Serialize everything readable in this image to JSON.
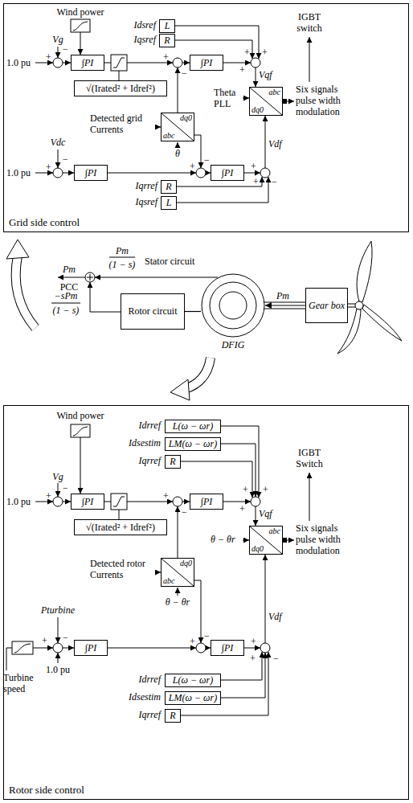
{
  "diagram": {
    "nodes": [
      {
        "text": [
          "Grid side control"
        ]
      },
      {
        "text": [
          "∫PI"
        ],
        "in": 0
      },
      {
        "text": [
          "√(Irated² + Idref²)"
        ],
        "in": 0
      },
      {
        "text": [
          "L"
        ],
        "in": 0
      },
      {
        "text": [
          "R"
        ],
        "in": 0
      },
      {
        "text": [
          "∫PI"
        ],
        "in": 0
      },
      {
        "text": [
          "abc",
          "dq0"
        ],
        "in": 0
      },
      {
        "text": [
          "dq0",
          "abc"
        ],
        "in": 0
      },
      {
        "text": [
          "∫PI"
        ],
        "in": 0
      },
      {
        "text": [
          "∫PI"
        ],
        "in": 0
      },
      {
        "text": [
          "R"
        ],
        "in": 0
      },
      {
        "text": [
          "L"
        ],
        "in": 0
      },
      {
        "text": [
          "Rotor circuit"
        ]
      },
      {
        "text": [
          "DFIG"
        ]
      },
      {
        "text": [
          "Gear box"
        ]
      },
      {
        "text": [
          "Rotor side control"
        ]
      },
      {
        "text": [
          "L(ω − ωr)"
        ],
        "in": 15
      },
      {
        "text": [
          "LM(ω − ωr)"
        ],
        "in": 15
      },
      {
        "text": [
          "R"
        ],
        "in": 15
      },
      {
        "text": [
          "∫PI"
        ],
        "in": 15
      },
      {
        "text": [
          "√(Irated² + Idref²)"
        ],
        "in": 15
      },
      {
        "text": [
          "∫PI"
        ],
        "in": 15
      },
      {
        "text": [
          "abc",
          "dq0"
        ],
        "in": 15
      },
      {
        "text": [
          "dq0",
          "abc"
        ],
        "in": 15
      },
      {
        "text": [
          "∫PI"
        ],
        "in": 15
      },
      {
        "text": [
          "∫PI"
        ],
        "in": 15
      },
      {
        "text": [
          "L(ω − ωr)"
        ],
        "in": 15
      },
      {
        "text": [
          "LM(ω − ωr)"
        ],
        "in": 15
      },
      {
        "text": [
          "R"
        ],
        "in": 15
      }
    ],
    "edges": [
      {
        "from": 14,
        "to": 13,
        "arrow": "to"
      },
      {
        "from": 12,
        "to": 13,
        "arrow": "none"
      }
    ],
    "labels": [
      "Wind power",
      "Vg",
      "1.0 pu",
      "+",
      "−",
      "Idsref",
      "Iqsref",
      "+",
      "−",
      "+",
      "+",
      "+",
      "IGBT switch",
      "Vqf",
      "Theta PLL",
      "Six signals pulse width modulation",
      "Detected grid Currents",
      "θ",
      "Vdc",
      "1.0 pu",
      "+",
      "−",
      "+",
      "−",
      "Vdf",
      "+",
      "Iqrref",
      "Iqsref",
      "+",
      "−",
      "Pm",
      "PCC",
      "Pm",
      "(1 − s)",
      "Stator circuit",
      "−sPm",
      "(1 − s)",
      "Pm",
      "Wind power",
      "Idrref",
      "Idsestim",
      "Iqrref",
      "IGBT Switch",
      "Vg",
      "1.0 pu",
      "+",
      "−",
      "+",
      "−",
      "+",
      "+",
      "+",
      "Vqf",
      "θ − θr",
      "Six signals pulse width modulation",
      "Detected rotor Currents",
      "θ − θr",
      "Pturbine",
      "−",
      "+",
      "1.0 pu",
      "Turbine speed",
      "+",
      "−",
      "Vdf",
      "+",
      "Idrref",
      "Idsestim",
      "Iqrref",
      "+",
      "−"
    ]
  }
}
